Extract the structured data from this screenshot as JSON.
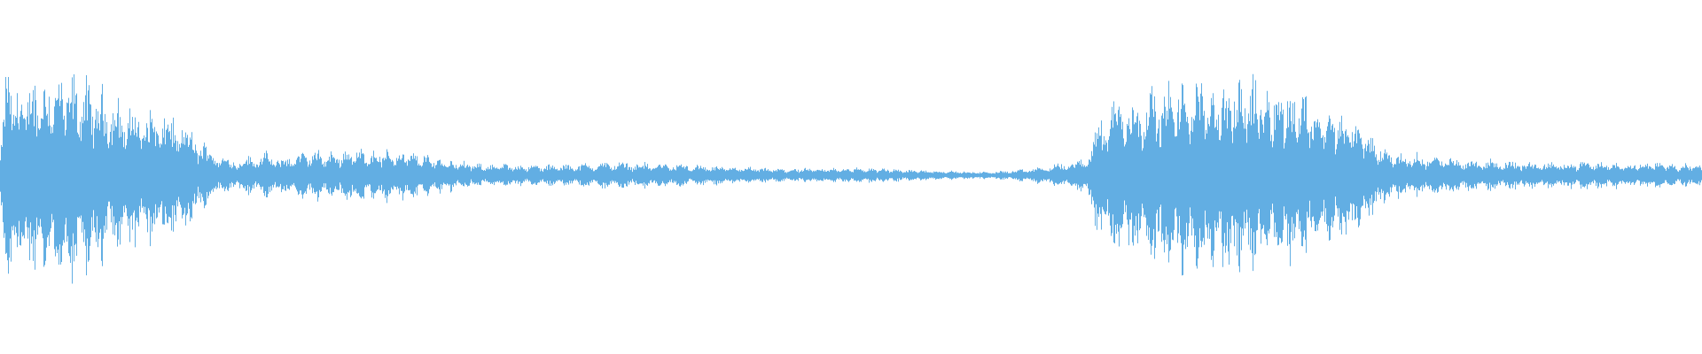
{
  "waveform": {
    "color": "#62aee3",
    "background": "#ffffff",
    "amplitude_profile": [
      [
        0.0,
        0.3
      ],
      [
        0.004,
        1.0
      ],
      [
        0.012,
        0.75
      ],
      [
        0.018,
        0.85
      ],
      [
        0.03,
        0.9
      ],
      [
        0.042,
        0.88
      ],
      [
        0.05,
        0.82
      ],
      [
        0.06,
        0.75
      ],
      [
        0.072,
        0.62
      ],
      [
        0.084,
        0.58
      ],
      [
        0.095,
        0.55
      ],
      [
        0.106,
        0.48
      ],
      [
        0.115,
        0.36
      ],
      [
        0.125,
        0.22
      ],
      [
        0.135,
        0.14
      ],
      [
        0.145,
        0.16
      ],
      [
        0.155,
        0.2
      ],
      [
        0.165,
        0.15
      ],
      [
        0.18,
        0.22
      ],
      [
        0.195,
        0.2
      ],
      [
        0.205,
        0.24
      ],
      [
        0.22,
        0.22
      ],
      [
        0.235,
        0.22
      ],
      [
        0.25,
        0.18
      ],
      [
        0.265,
        0.14
      ],
      [
        0.28,
        0.1
      ],
      [
        0.3,
        0.1
      ],
      [
        0.32,
        0.09
      ],
      [
        0.34,
        0.1
      ],
      [
        0.36,
        0.12
      ],
      [
        0.38,
        0.11
      ],
      [
        0.4,
        0.1
      ],
      [
        0.42,
        0.08
      ],
      [
        0.44,
        0.07
      ],
      [
        0.46,
        0.06
      ],
      [
        0.48,
        0.06
      ],
      [
        0.5,
        0.07
      ],
      [
        0.52,
        0.06
      ],
      [
        0.54,
        0.05
      ],
      [
        0.56,
        0.04
      ],
      [
        0.58,
        0.03
      ],
      [
        0.6,
        0.05
      ],
      [
        0.615,
        0.08
      ],
      [
        0.63,
        0.12
      ],
      [
        0.638,
        0.15
      ],
      [
        0.645,
        0.48
      ],
      [
        0.655,
        0.72
      ],
      [
        0.665,
        0.68
      ],
      [
        0.675,
        0.75
      ],
      [
        0.69,
        0.8
      ],
      [
        0.705,
        0.85
      ],
      [
        0.72,
        0.82
      ],
      [
        0.735,
        0.85
      ],
      [
        0.75,
        0.78
      ],
      [
        0.765,
        0.76
      ],
      [
        0.778,
        0.6
      ],
      [
        0.79,
        0.55
      ],
      [
        0.8,
        0.45
      ],
      [
        0.81,
        0.28
      ],
      [
        0.82,
        0.2
      ],
      [
        0.835,
        0.18
      ],
      [
        0.85,
        0.16
      ],
      [
        0.865,
        0.14
      ],
      [
        0.88,
        0.13
      ],
      [
        0.895,
        0.12
      ],
      [
        0.91,
        0.11
      ],
      [
        0.925,
        0.12
      ],
      [
        0.94,
        0.12
      ],
      [
        0.955,
        0.11
      ],
      [
        0.97,
        0.12
      ],
      [
        0.985,
        0.1
      ],
      [
        1.0,
        0.1
      ]
    ]
  }
}
